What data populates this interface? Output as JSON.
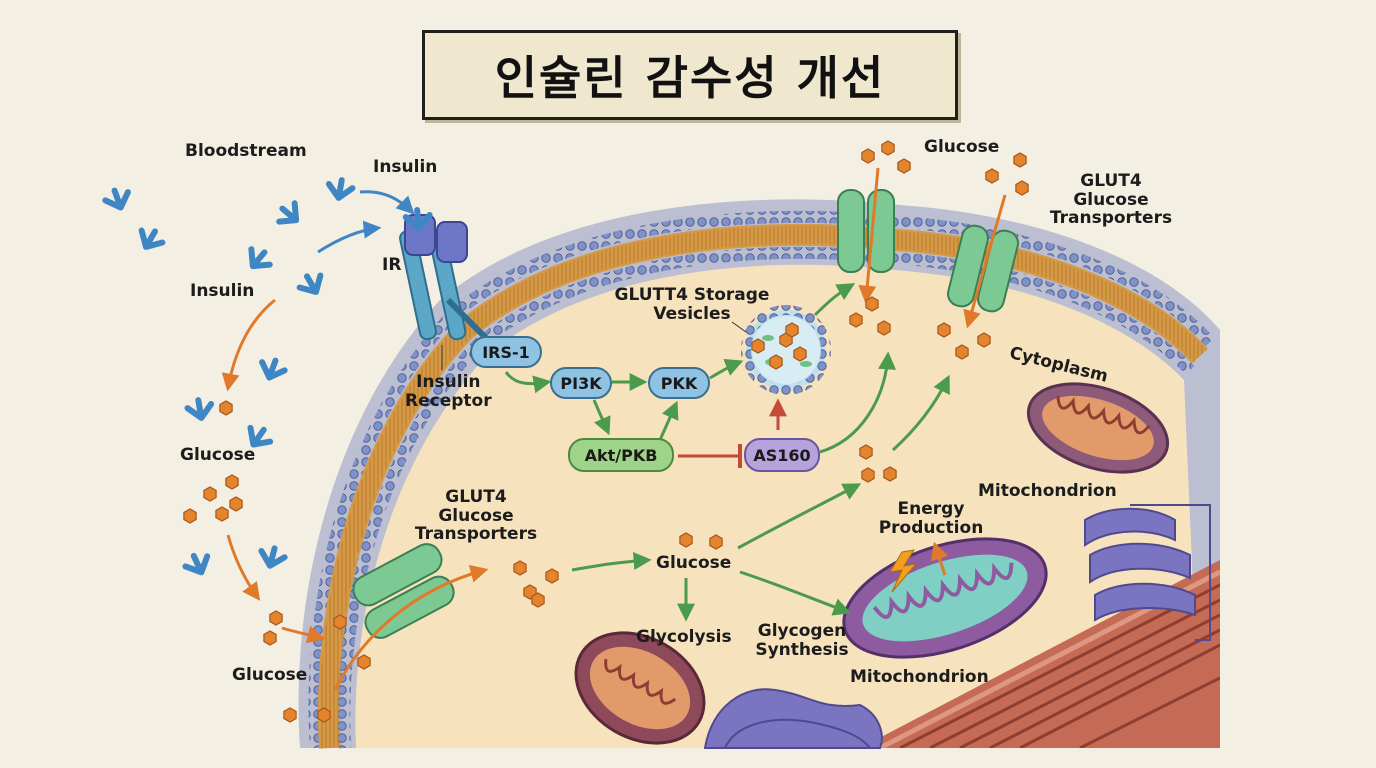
{
  "title": "인슐린 감수성 개선",
  "labels": {
    "bloodstream": "Bloodstream",
    "insulin_top": "Insulin",
    "insulin_left": "Insulin",
    "ir": "IR",
    "insulin_receptor_l1": "Insulin",
    "insulin_receptor_l2": "Receptor",
    "glucose_left": "Glucose",
    "glucose_bottom_left": "Glucose",
    "glut4_left_l1": "GLUT4",
    "glut4_left_l2": "Glucose",
    "glut4_left_l3": "Transporters",
    "glucose_center": "Glucose",
    "glycolysis": "Glycolysis",
    "glycogen_l1": "Glycogen",
    "glycogen_l2": "Synthesis",
    "mitochondrion_bottom": "Mitochondrion",
    "mitochondrion_right": "Mitochondrion",
    "energy_l1": "Energy",
    "energy_l2": "Production",
    "cytoplasm": "Cytoplasm",
    "glucose_top": "Glucose",
    "glut4_right_l1": "GLUT4",
    "glut4_right_l2": "Glucose",
    "glut4_right_l3": "Transporters",
    "vesicles_l1": "GLUTT4 Storage",
    "vesicles_l2": "Vesicles"
  },
  "nodes": {
    "irs1": "IRS-1",
    "pi3k": "PI3K",
    "pkk": "PKK",
    "akt": "Akt/PKB",
    "as160": "AS160"
  },
  "colors": {
    "background": "#f4efe3",
    "cytoplasm": "#f6e2bd",
    "membrane": "#d59a45",
    "membrane_heads": "#7f93c8",
    "glucose": "#e4852e",
    "insulin": "#3f86c4",
    "transporter": "#6fbf86",
    "activation_arrow": "#4c9a4c",
    "inhibition": "#c44a3a",
    "mitochondrion_outer": "#8e5aa0",
    "mitochondrion_inner": "#7fcfc4"
  }
}
